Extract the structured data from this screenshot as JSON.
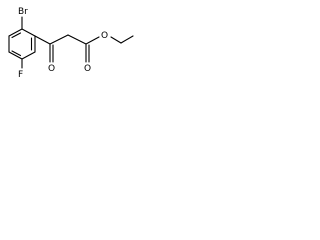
{
  "molecule": {
    "atoms": {
      "bromine": "Br",
      "fluorine": "F",
      "ketone_oxygen": "O",
      "ester_carbonyl_oxygen": "O",
      "ester_ether_oxygen": "O"
    }
  },
  "colors": {
    "bond": "#000000",
    "label": "#000000",
    "background": "#ffffff"
  }
}
